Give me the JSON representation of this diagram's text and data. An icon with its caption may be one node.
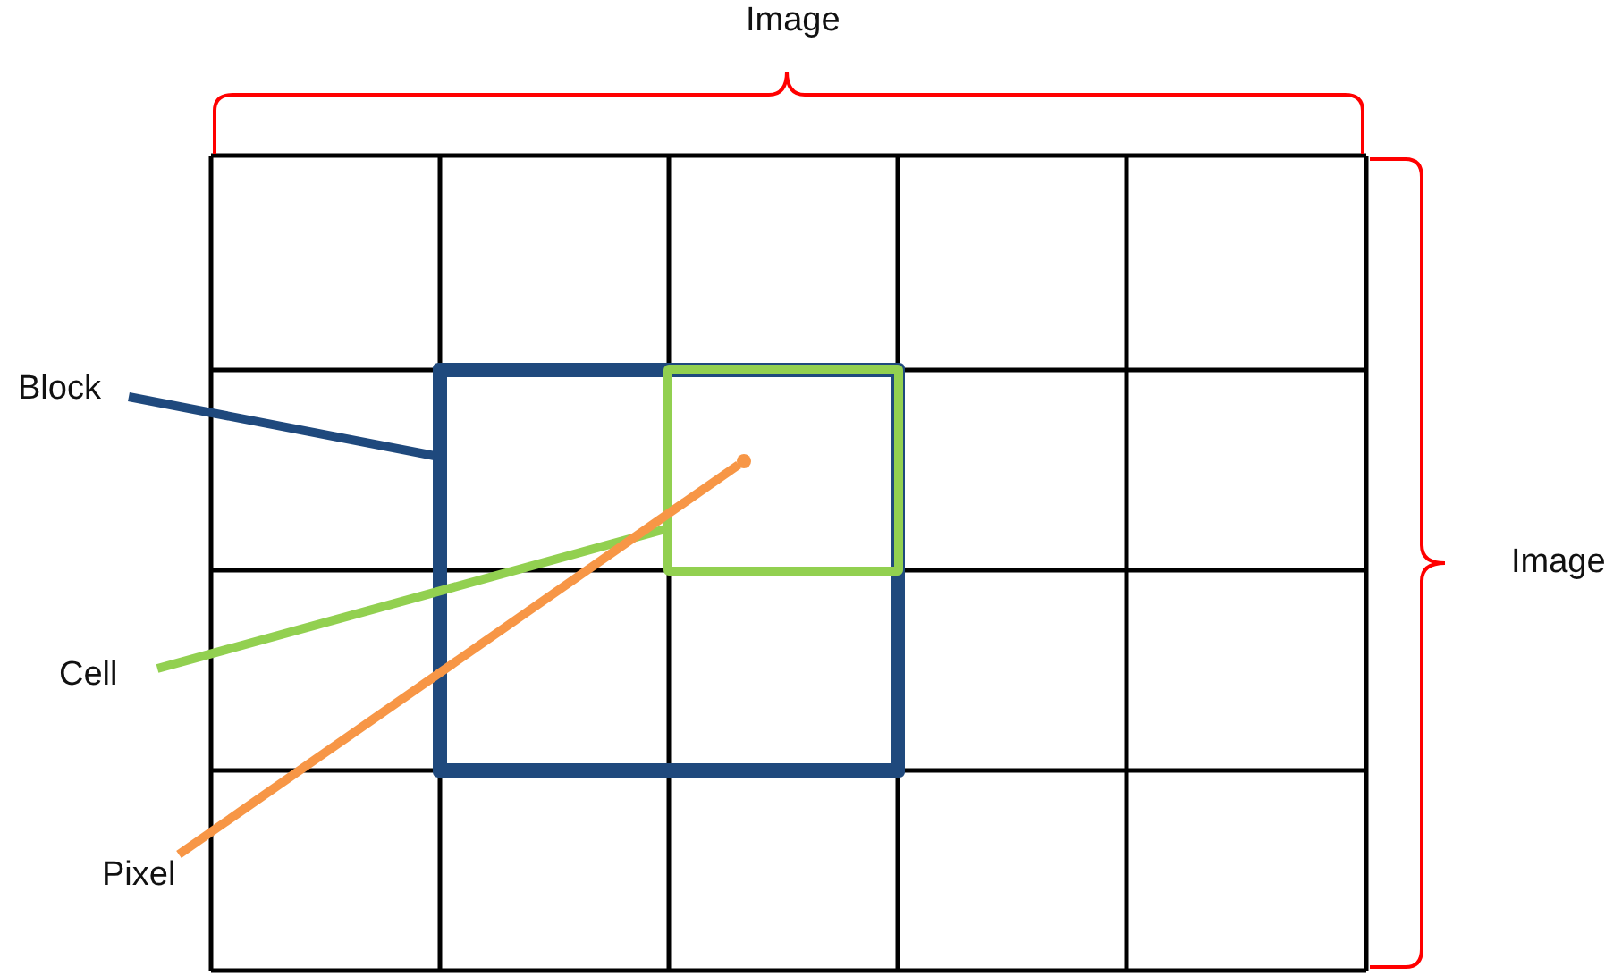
{
  "diagram": {
    "nodes": [
      {
        "text": [
          "Block"
        ]
      },
      {
        "text": [
          "Cell"
        ]
      },
      {
        "text": [
          "Pixel"
        ]
      },
      {
        "text": [],
        "shape": "box"
      },
      {
        "text": [],
        "shape": "box",
        "in": 3
      },
      {
        "text": [],
        "shape": "circle",
        "in": 4
      }
    ],
    "edges": [
      {
        "from": 0,
        "to": 3,
        "arrow": "none",
        "color": "#1f497d"
      },
      {
        "from": 1,
        "to": 4,
        "arrow": "none",
        "color": "#92d050"
      },
      {
        "from": 2,
        "to": 5,
        "arrow": "none",
        "color": "#f79646"
      }
    ],
    "labels": [
      "Image",
      "Image"
    ]
  }
}
